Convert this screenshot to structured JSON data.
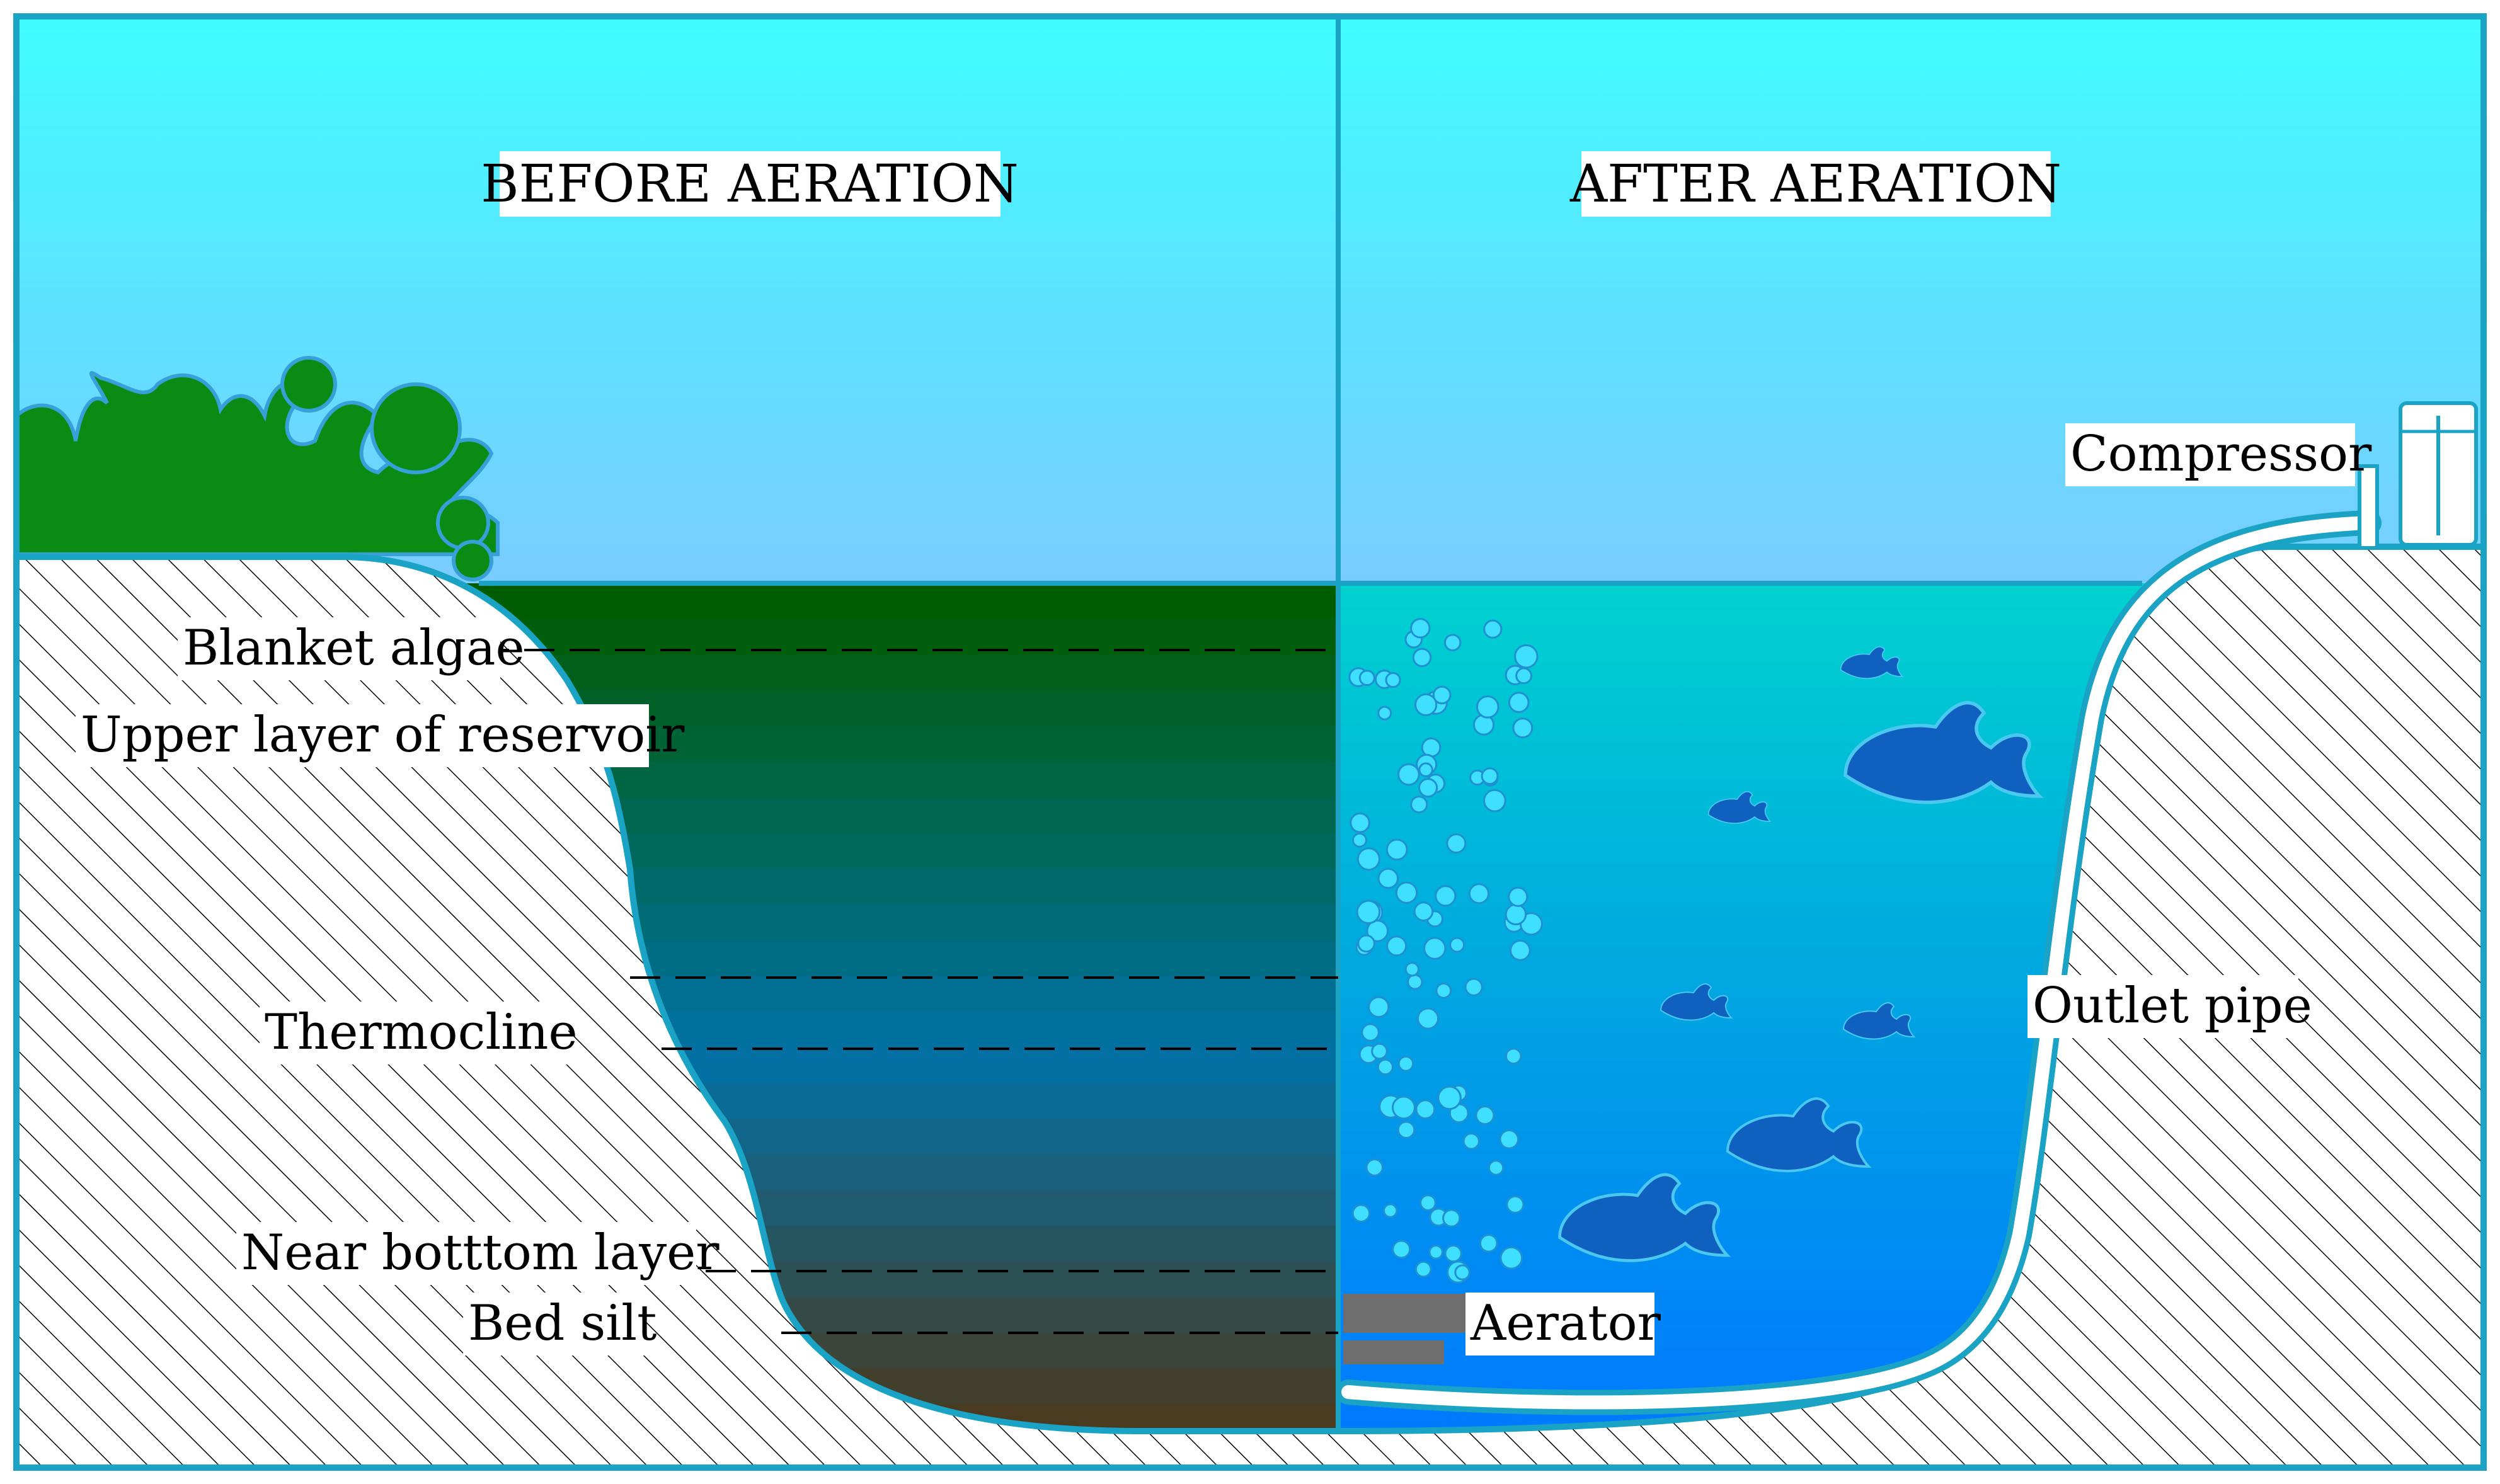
{
  "titles": {
    "before": "BEFORE AERATION",
    "after": "AFTER AERATION"
  },
  "labels": {
    "blanket_algae": "Blanket algae",
    "upper_layer": "Upper layer of reservoir",
    "thermocline": "Thermocline",
    "near_bottom": "Near botttom layer",
    "bed_silt": "Bed silt",
    "aerator": "Aerator",
    "outlet_pipe": "Outlet pipe",
    "compressor": "Compressor"
  },
  "colors": {
    "frame": "#1aa3c4",
    "sky_top": "#3ffcff",
    "sky_bottom": "#7fc9ff",
    "algae": "#0a8c14",
    "water_before_top": "#005c00",
    "water_before_mid": "#0072a8",
    "water_before_bottom": "#4a3a20",
    "water_after_top": "#00cfd0",
    "water_after_bottom": "#0080f8",
    "fish": "#1060c0",
    "bubble": "#3fe0ff",
    "aerator": "#6e6e6e"
  }
}
